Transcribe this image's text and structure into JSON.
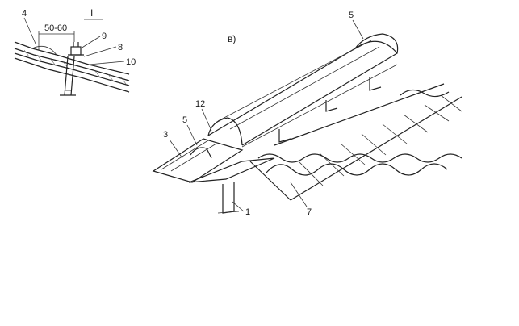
{
  "detail": {
    "title": "I",
    "dimension": "50-60",
    "callouts": [
      "4",
      "9",
      "8",
      "10"
    ]
  },
  "main": {
    "view_label": "в)",
    "callouts": [
      "5",
      "12",
      "5",
      "3",
      "1",
      "7"
    ]
  }
}
